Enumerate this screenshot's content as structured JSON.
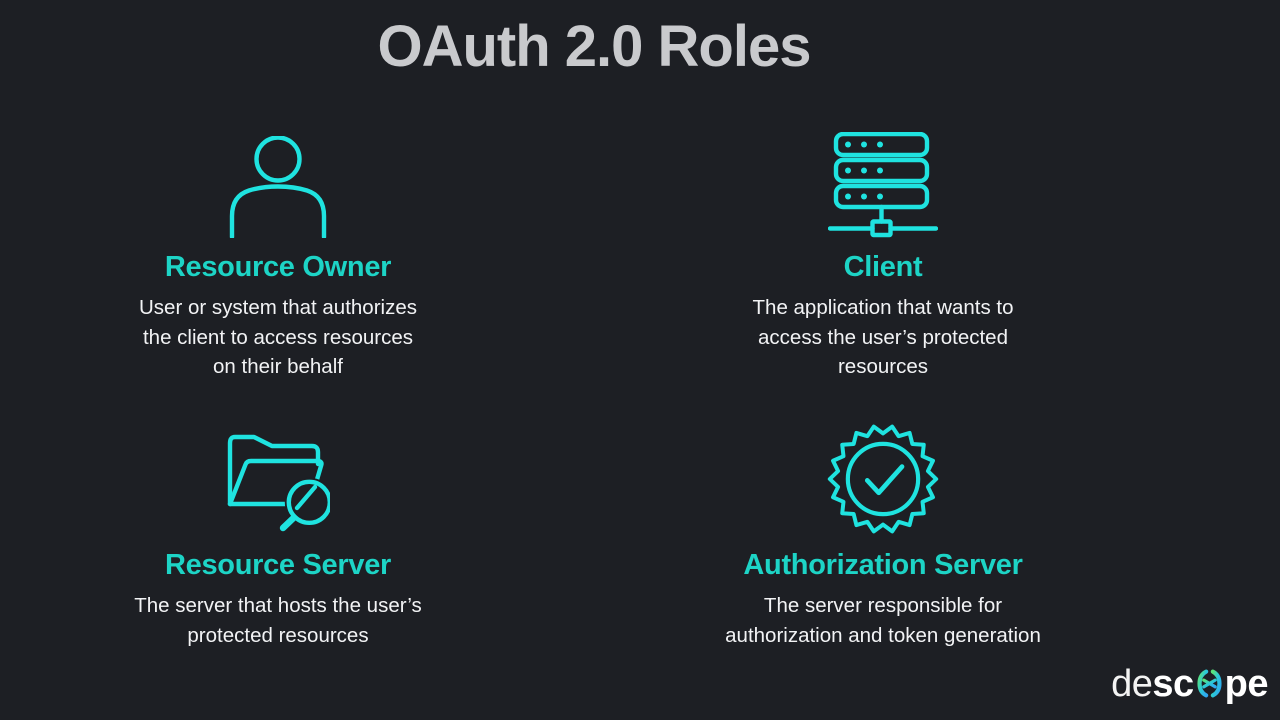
{
  "title": "OAuth 2.0 Roles",
  "colors": {
    "background": "#1d1f24",
    "title": "#c9cacd",
    "heading": "#1dd4c6",
    "icon": "#1fe3e0",
    "body": "#f2f3f5",
    "logo_text": "#ffffff",
    "logo_gradient_green": "#5be47a",
    "logo_gradient_teal": "#2bc8d8",
    "logo_gradient_blue": "#2fa7f2"
  },
  "roles": [
    {
      "id": "resource-owner",
      "icon": "person-icon",
      "heading": "Resource Owner",
      "description": "User or system that authorizes\nthe client to access resources\non their behalf"
    },
    {
      "id": "client",
      "icon": "server-stack-icon",
      "heading": "Client",
      "description": "The application that wants to\naccess the user’s protected\nresources"
    },
    {
      "id": "resource-server",
      "icon": "folder-search-icon",
      "heading": "Resource Server",
      "description": "The server that hosts the user’s\nprotected resources"
    },
    {
      "id": "authorization-server",
      "icon": "badge-check-icon",
      "heading": "Authorization Server",
      "description": "The server responsible for\nauthorization and token generation"
    }
  ],
  "logo": {
    "prefix": "de",
    "bold_left": "sc",
    "mark": "descope-asterisk-mark",
    "bold_right": "pe"
  }
}
